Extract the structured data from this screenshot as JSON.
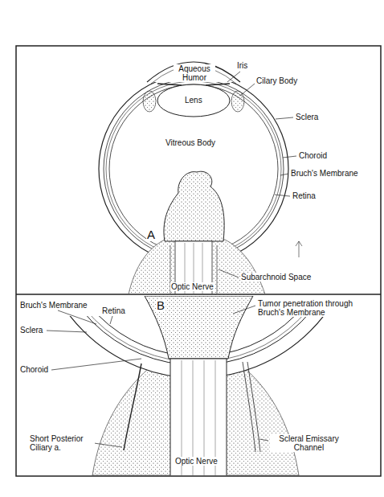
{
  "diagram": {
    "labels": [
      "Aqueous Humor",
      "Iris",
      "Cilary Body",
      "Lens",
      "Sclera",
      "Vitreous Body",
      "Choroid",
      "Bruch's Membrane",
      "Retina",
      "A",
      "Optic Nerve",
      "Subarchnoid Space",
      "Bruch's Membrane",
      "B",
      "Retina",
      "Tumor penetration through Bruch's Membrane",
      "Sclera",
      "Choroid",
      "Short Posterior Ciliary a.",
      "Scleral Emissary Channel",
      "Optic Nerve"
    ]
  }
}
